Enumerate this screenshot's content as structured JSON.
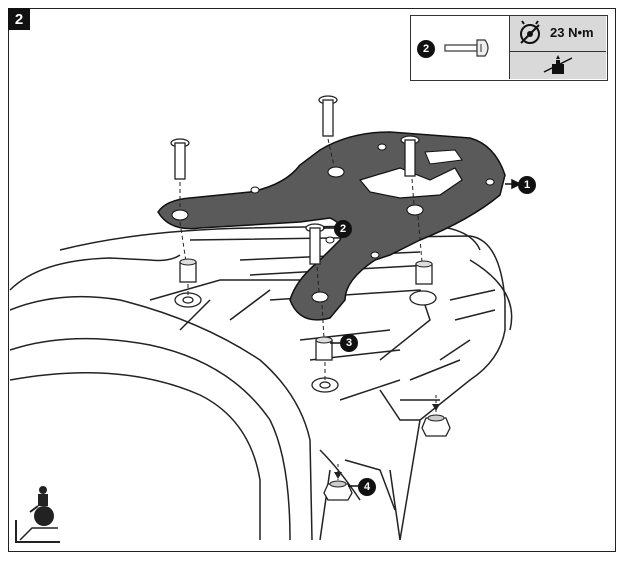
{
  "step": {
    "number": "2"
  },
  "spec": {
    "part_callout": "2",
    "torque": "23 N•m",
    "torque_icon": "torque-wrench-icon",
    "threadlock_icon": "threadlock-icon"
  },
  "callouts": [
    {
      "label": "1",
      "part": "top-rack-plate"
    },
    {
      "label": "2",
      "part": "bolt"
    },
    {
      "label": "3",
      "part": "spacer"
    },
    {
      "label": "4",
      "part": "nut"
    }
  ],
  "corner_icon": "motorcycle-rear-icon",
  "colors": {
    "plate": "#5a5a5a",
    "line": "#222222",
    "badge": "#111111",
    "spec_fill": "#d9d9d9"
  }
}
